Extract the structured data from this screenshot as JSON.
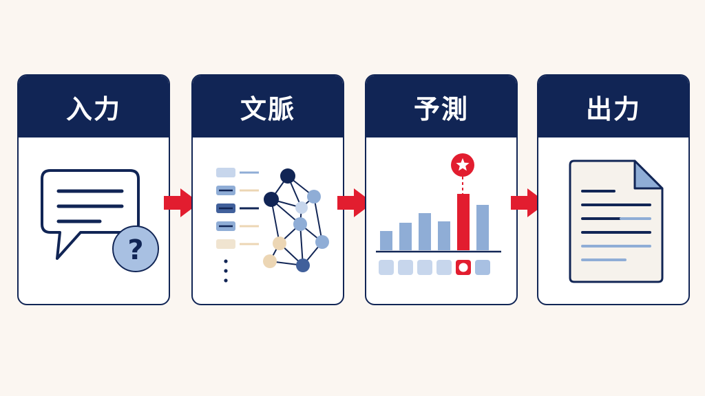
{
  "steps": [
    {
      "title": "入力",
      "icon": "question-speech-bubble-icon"
    },
    {
      "title": "文脈",
      "icon": "context-network-icon"
    },
    {
      "title": "予測",
      "icon": "prediction-bar-chart-icon"
    },
    {
      "title": "出力",
      "icon": "output-document-icon"
    }
  ],
  "input_symbol": "?",
  "colors": {
    "navy": "#112555",
    "light_blue": "#8fadd6",
    "pale_blue": "#c7d6ec",
    "beige": "#ecd6b4",
    "red": "#e21d2f",
    "background": "#fbf6f1"
  }
}
